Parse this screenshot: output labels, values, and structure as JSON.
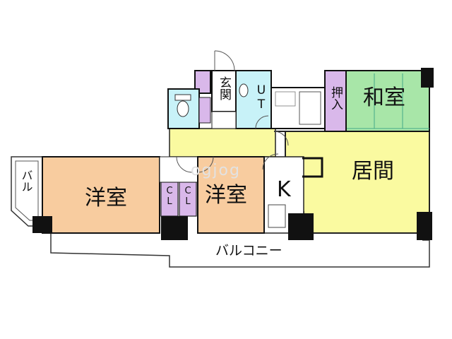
{
  "floor_plan": {
    "rooms": {
      "living": "居間",
      "japanese_room": "和室",
      "oshiire": "押入",
      "western_room_large": "洋室",
      "western_room_small": "洋室",
      "kitchen": "K",
      "entrance": "玄関",
      "utility": "UT",
      "closet_1": "CL",
      "closet_2": "CL",
      "balcony_main": "バルコニー",
      "balcony_side": "バル"
    },
    "watermark": "ogjog",
    "colors": {
      "western_room": "#f8cc9f",
      "japanese_room": "#a8e6a8",
      "living_kitchen": "#fafaa0",
      "storage": "#d9b8ea",
      "wet_area": "#c8f2f8",
      "wall": "#111111"
    }
  }
}
